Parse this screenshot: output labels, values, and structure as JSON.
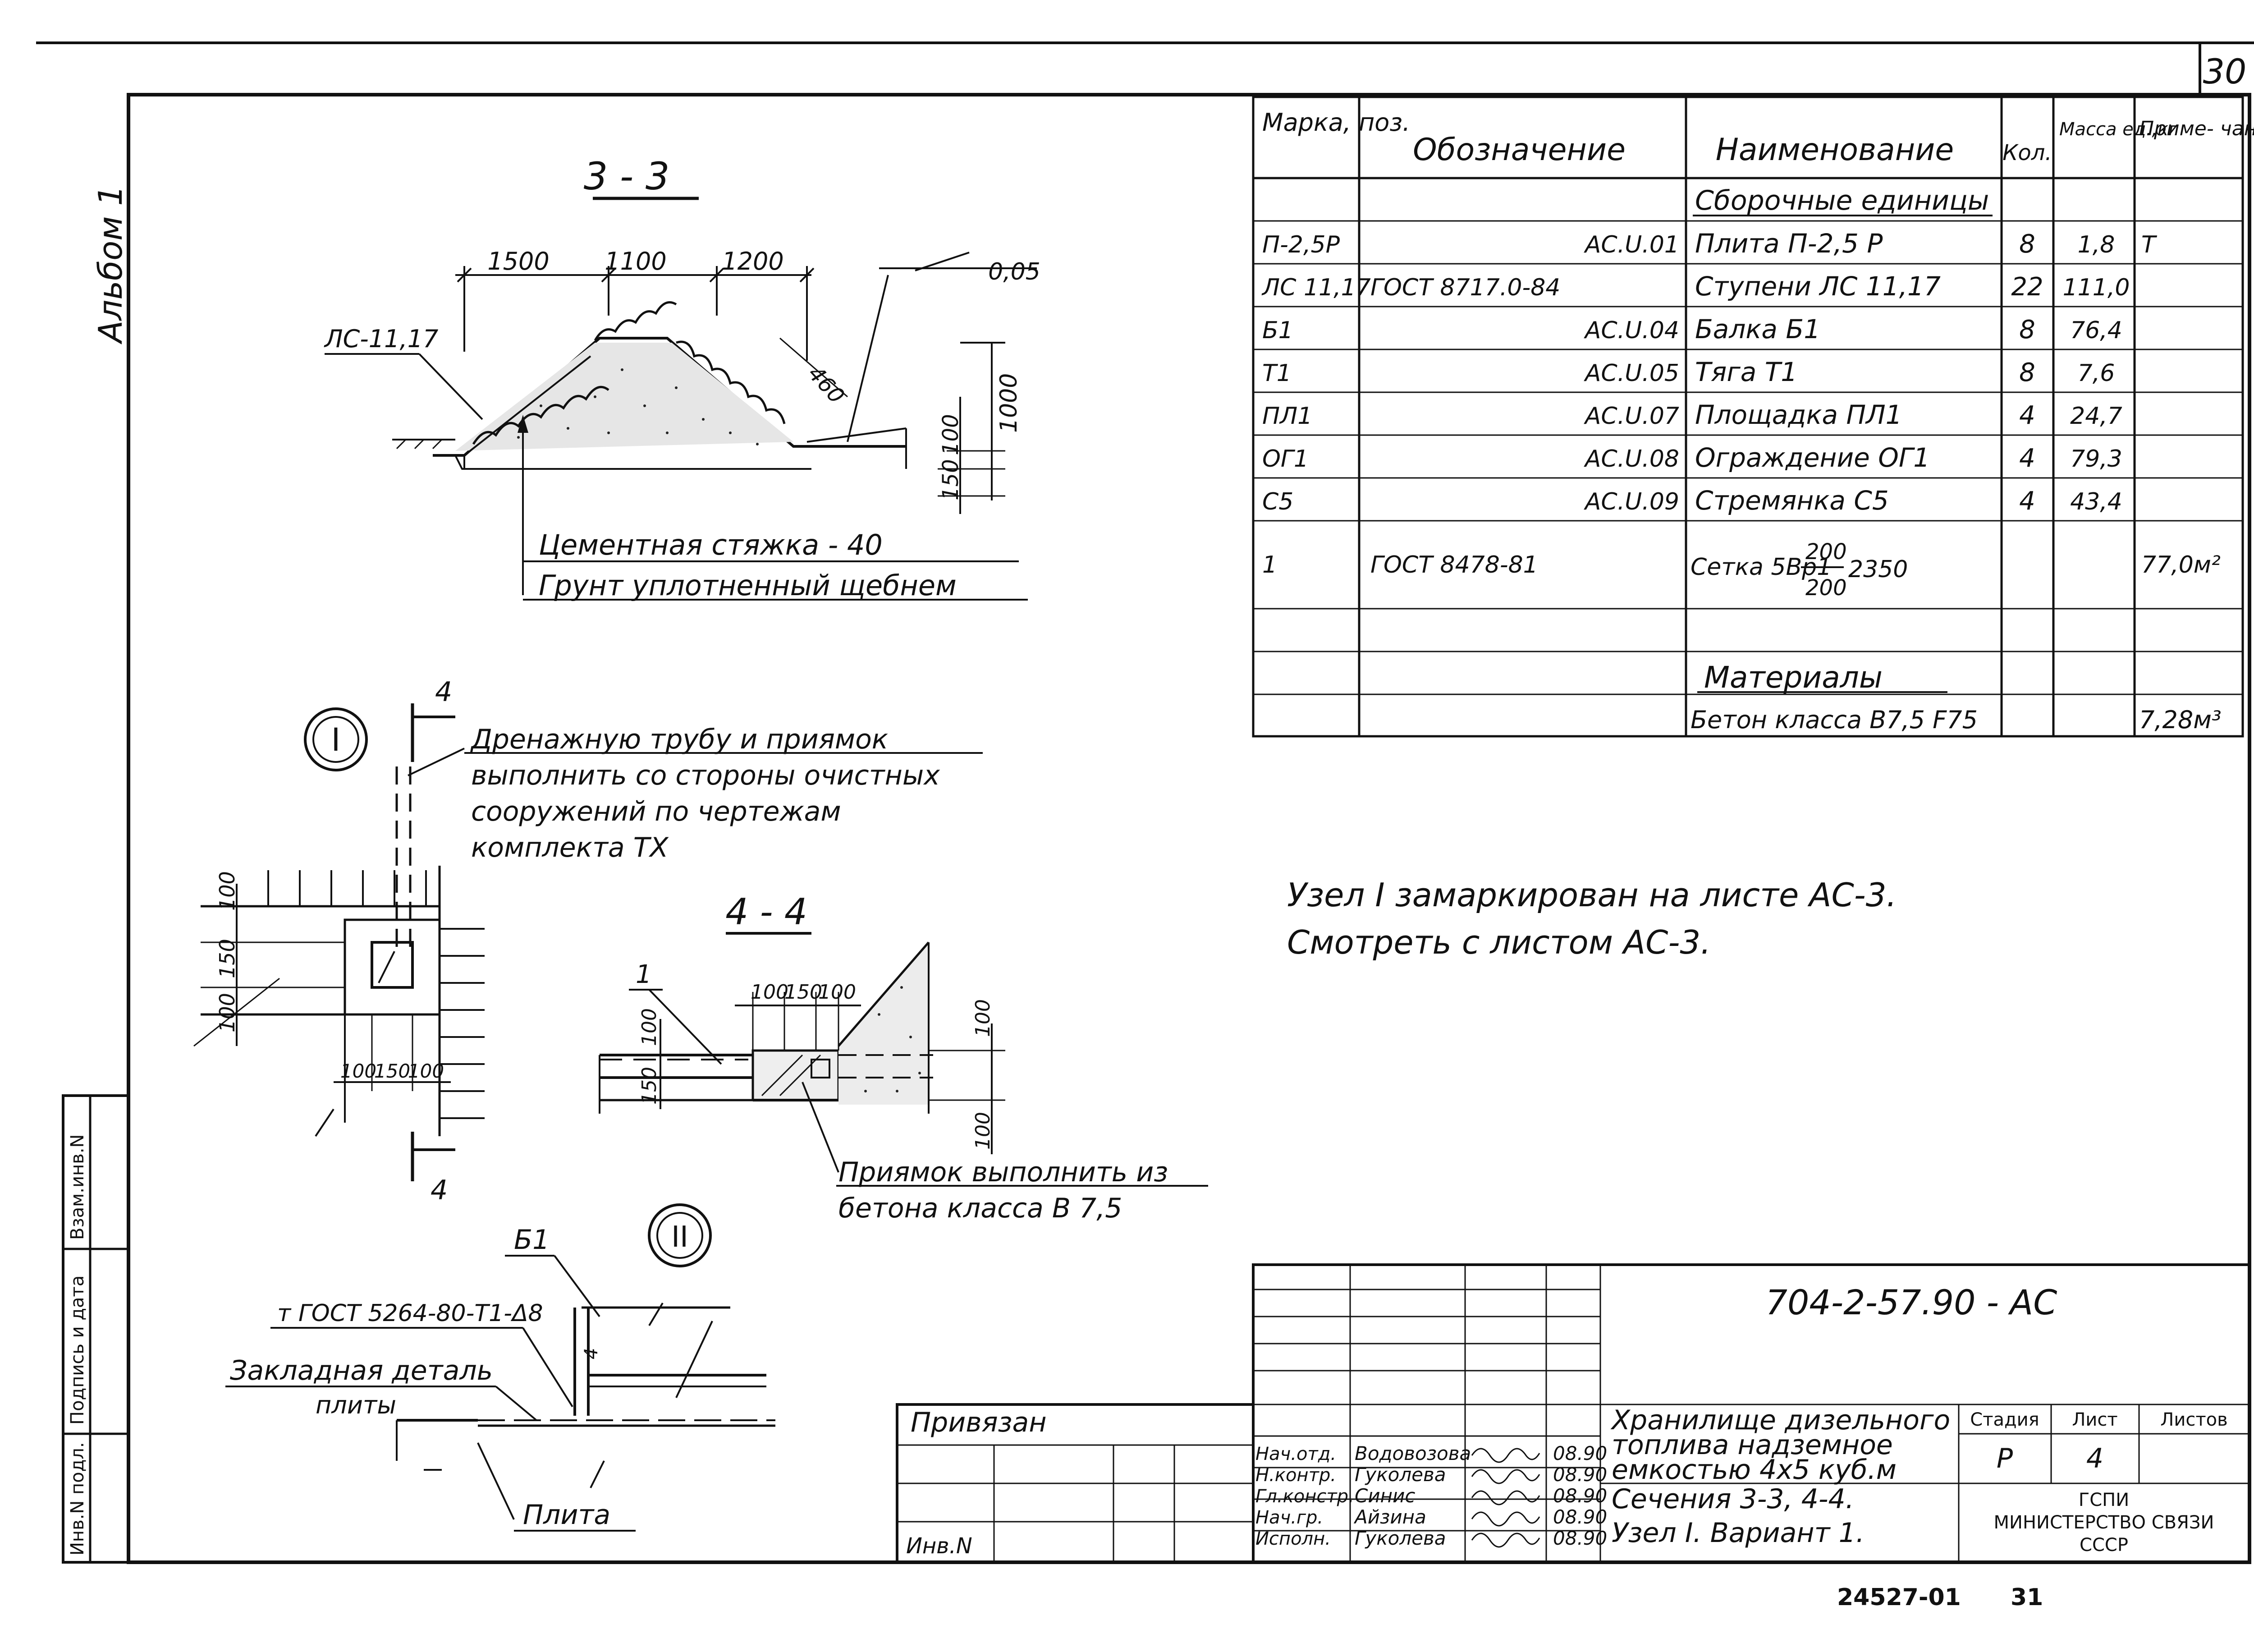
{
  "sheet_number": "30",
  "album": "Альбом 1",
  "section_3_3": {
    "title": "3 - 3",
    "dims": [
      "1500",
      "1100",
      "1200",
      "0,05",
      "460",
      "1000",
      "100",
      "150"
    ],
    "label_ls": "ЛС-11,17",
    "note1": "Цементная стяжка - 40",
    "note2": "Грунт уплотненный щебнем"
  },
  "node1": {
    "mark": "I",
    "cut": "4",
    "dims": [
      "100",
      "150",
      "100",
      "100",
      "150",
      "100"
    ],
    "note": [
      "Дренажную трубу и приямок",
      "выполнить со стороны очистных",
      "сооружений по чертежам",
      "комплекта ТХ"
    ]
  },
  "section_4_4": {
    "title": "4 - 4",
    "pos": "1",
    "dims": [
      "100",
      "150",
      "100",
      "100",
      "150",
      "100",
      "100"
    ],
    "note": [
      "Приямок выполнить из",
      "бетона класса В 7,5"
    ]
  },
  "node2": {
    "mark": "II",
    "b1": "Б1",
    "weld": "т ГОСТ 5264-80-Т1-Δ8",
    "weld_size": "4",
    "embed_label": [
      "Закладная деталь",
      "плиты"
    ],
    "plate_label": "Плита"
  },
  "spec": {
    "headers": [
      "Марка, поз.",
      "Обозначение",
      "Наименование",
      "Кол.",
      "Масса ед.,кг",
      "Приме- чание"
    ],
    "group1": "Сборочные единицы",
    "rows": [
      [
        "П-2,5Р",
        "АС.U.01",
        "Плита П-2,5 Р",
        "8",
        "1,8",
        "Т"
      ],
      [
        "ЛС 11,17",
        "ГОСТ 8717.0-84",
        "Ступени ЛС 11,17",
        "22",
        "111,0",
        ""
      ],
      [
        "Б1",
        "АС.U.04",
        "Балка Б1",
        "8",
        "76,4",
        ""
      ],
      [
        "Т1",
        "АС.U.05",
        "Тяга Т1",
        "8",
        "7,6",
        ""
      ],
      [
        "ПЛ1",
        "АС.U.07",
        "Площадка ПЛ1",
        "4",
        "24,7",
        ""
      ],
      [
        "ОГ1",
        "АС.U.08",
        "Ограждение ОГ1",
        "4",
        "79,3",
        ""
      ],
      [
        "С5",
        "АС.U.09",
        "Стремянка С5",
        "4",
        "43,4",
        ""
      ],
      [
        "1",
        "ГОСТ 8478-81",
        "Сетка 5Вр1 200/200 2350",
        "",
        "",
        "77,0м²"
      ]
    ],
    "mesh_text": "Сетка 5Вр1",
    "mesh_num": "200",
    "mesh_den": "200",
    "mesh_len": "2350",
    "group2": "Материалы",
    "mat_row": [
      "",
      "",
      "Бетон класса В7,5 F75",
      "",
      "",
      "7,28м³"
    ]
  },
  "note_center": [
    "Узел I замаркирован на листе АС-3.",
    "Смотреть с листом АС-3."
  ],
  "stamp": {
    "code": "704-2-57.90 - АС",
    "privyazan": "Привязан",
    "inv": "Инв.N",
    "people": [
      [
        "Нач.отд.",
        "Водовозова",
        "08.90"
      ],
      [
        "Н.контр.",
        "Гуколева",
        "08.90"
      ],
      [
        "Гл.констр.",
        "Синис",
        "08.90"
      ],
      [
        "Нач.гр.",
        "Айзина",
        "08.90"
      ],
      [
        "Исполн.",
        "Гуколева",
        "08.90"
      ]
    ],
    "title": [
      "Хранилище дизельного",
      "топлива надземное",
      "емкостью 4х5 куб.м"
    ],
    "subtitle": [
      "Сечения 3-3, 4-4.",
      "Узел I. Вариант 1."
    ],
    "stage_h": "Стадия",
    "sheet_h": "Лист",
    "sheets_h": "Листов",
    "stage": "Р",
    "sheet": "4",
    "org": [
      "ГСПИ",
      "МИНИСТЕРСТВО СВЯЗИ",
      "СССР"
    ]
  },
  "side_stamp": [
    "Инв.N подл.",
    "Подпись и дата",
    "Взам.инв.N"
  ],
  "footer": [
    "24527-01",
    "31"
  ]
}
